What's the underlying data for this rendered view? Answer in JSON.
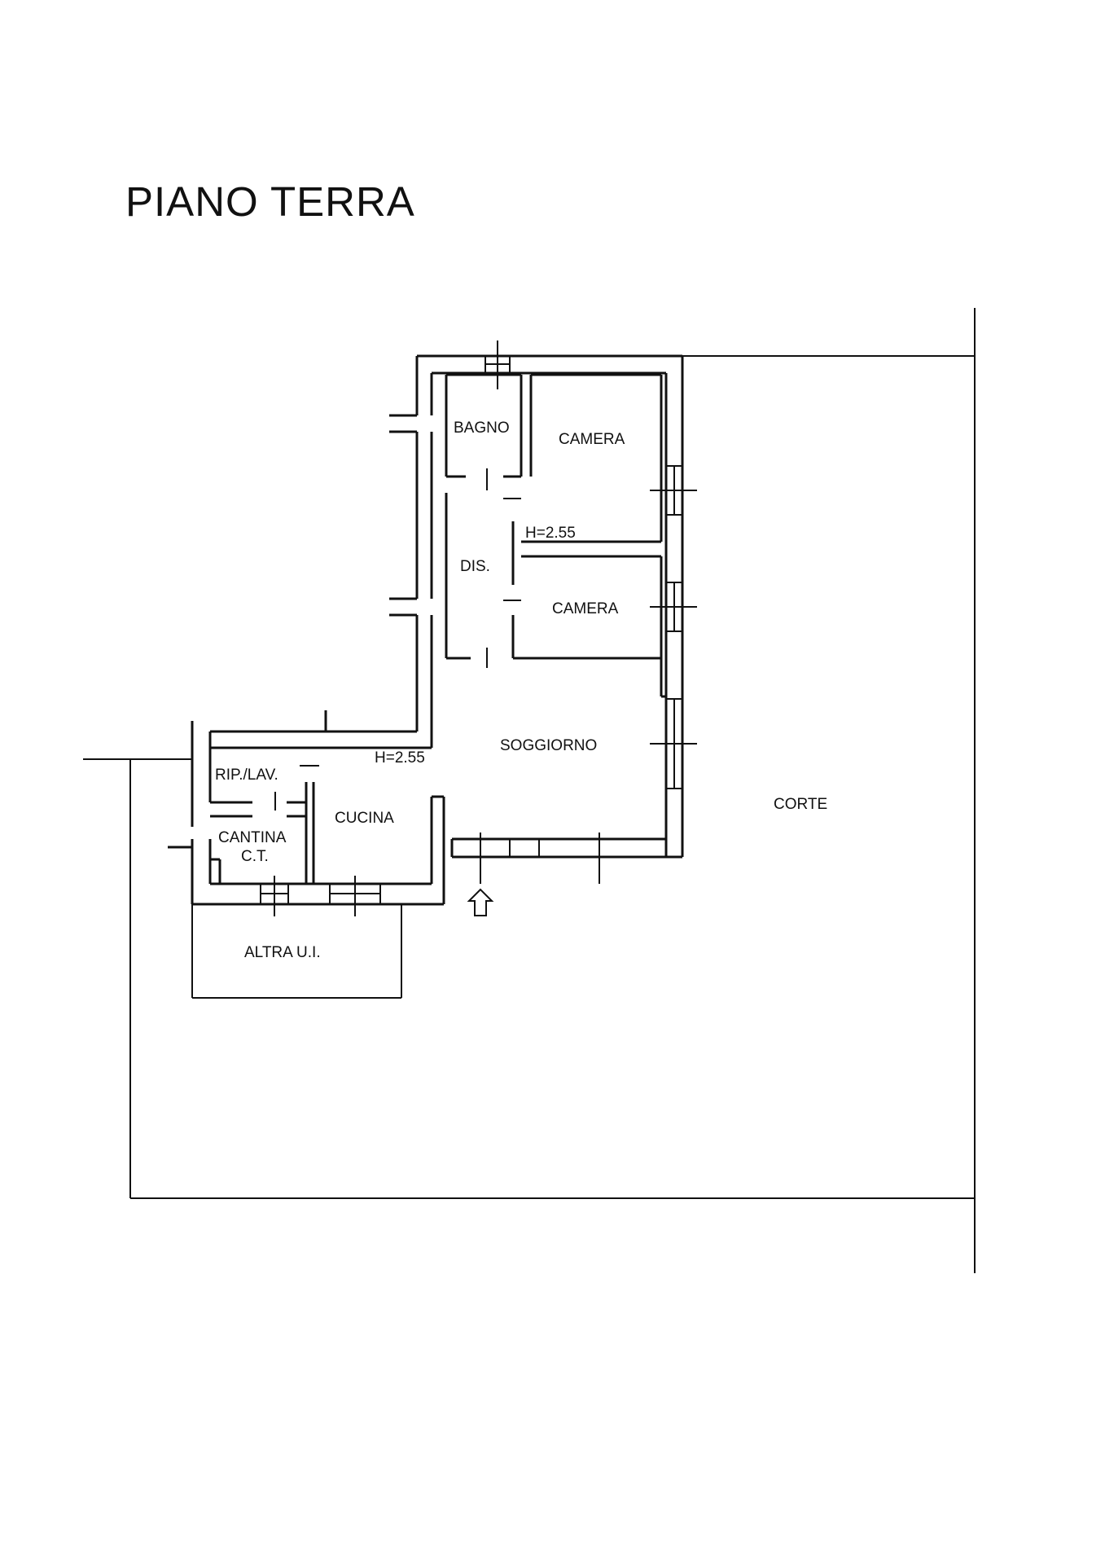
{
  "title": "PIANO TERRA",
  "rooms": {
    "bagno": "BAGNO",
    "camera_1": "CAMERA",
    "camera_2": "CAMERA",
    "disimpegno": "DIS.",
    "height_1": "H=2.55",
    "height_2": "H=2.55",
    "soggiorno": "SOGGIORNO",
    "ripostiglio": "RIP./LAV.",
    "cucina": "CUCINA",
    "cantina": "CANTINA",
    "centrale_termica": "C.T.",
    "altra_ui": "ALTRA U.I.",
    "corte": "CORTE"
  },
  "icons": {
    "entrance": "entrance-arrow-icon"
  },
  "colors": {
    "line": "#111111",
    "background": "#ffffff"
  }
}
